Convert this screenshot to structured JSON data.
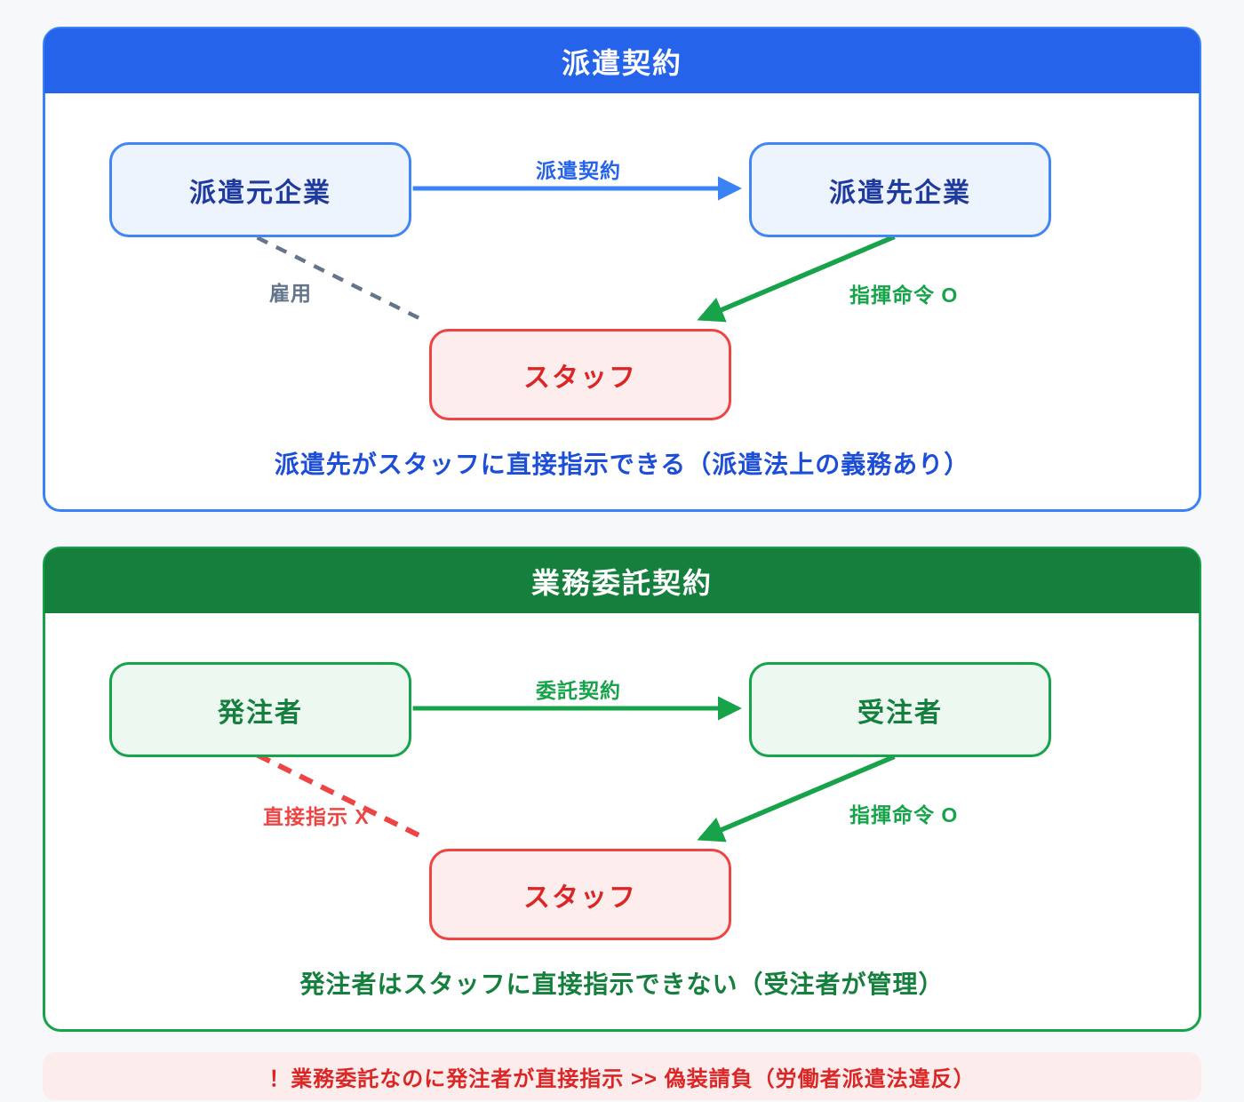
{
  "colors": {
    "page_bg": "#f7f8fa",
    "dispatch_header_bg": "#2563eb",
    "dispatch_border": "#3b82f6",
    "dispatch_box_fill": "#eef4fd",
    "dispatch_box_text": "#1e3a9e",
    "dispatch_caption_text": "#1d4ed8",
    "outsourcing_header_bg": "#15803d",
    "outsourcing_border": "#16a34a",
    "outsourcing_box_fill": "#ecf8f0",
    "outsourcing_box_text": "#15803d",
    "staff_box_fill": "#fdeeed",
    "staff_box_border": "#ef4444",
    "staff_box_text": "#dc2626",
    "employment_line": "#64748b",
    "command_arrow": "#16a34a",
    "direct_instruction_line": "#ef4444",
    "banner_bg": "#fdecec",
    "banner_text": "#dc2626"
  },
  "panel_dispatch": {
    "title": "派遣契約",
    "box_left": "派遣元企業",
    "box_right": "派遣先企業",
    "box_staff": "スタッフ",
    "arrow_label": "派遣契約",
    "employment_label": "雇用",
    "command_label": "指揮命令 O",
    "caption": "派遣先がスタッフに直接指示できる（派遣法上の義務あり）"
  },
  "panel_outsourcing": {
    "title": "業務委託契約",
    "box_left": "発注者",
    "box_right": "受注者",
    "box_staff": "スタッフ",
    "arrow_label": "委託契約",
    "direct_instruction_label": "直接指示 X",
    "command_label": "指揮命令 O",
    "caption": "発注者はスタッフに直接指示できない（受注者が管理）"
  },
  "warning_banner": {
    "text": "！業務委託なのに発注者が直接指示 >> 偽装請負（労働者派遣法違反）"
  }
}
